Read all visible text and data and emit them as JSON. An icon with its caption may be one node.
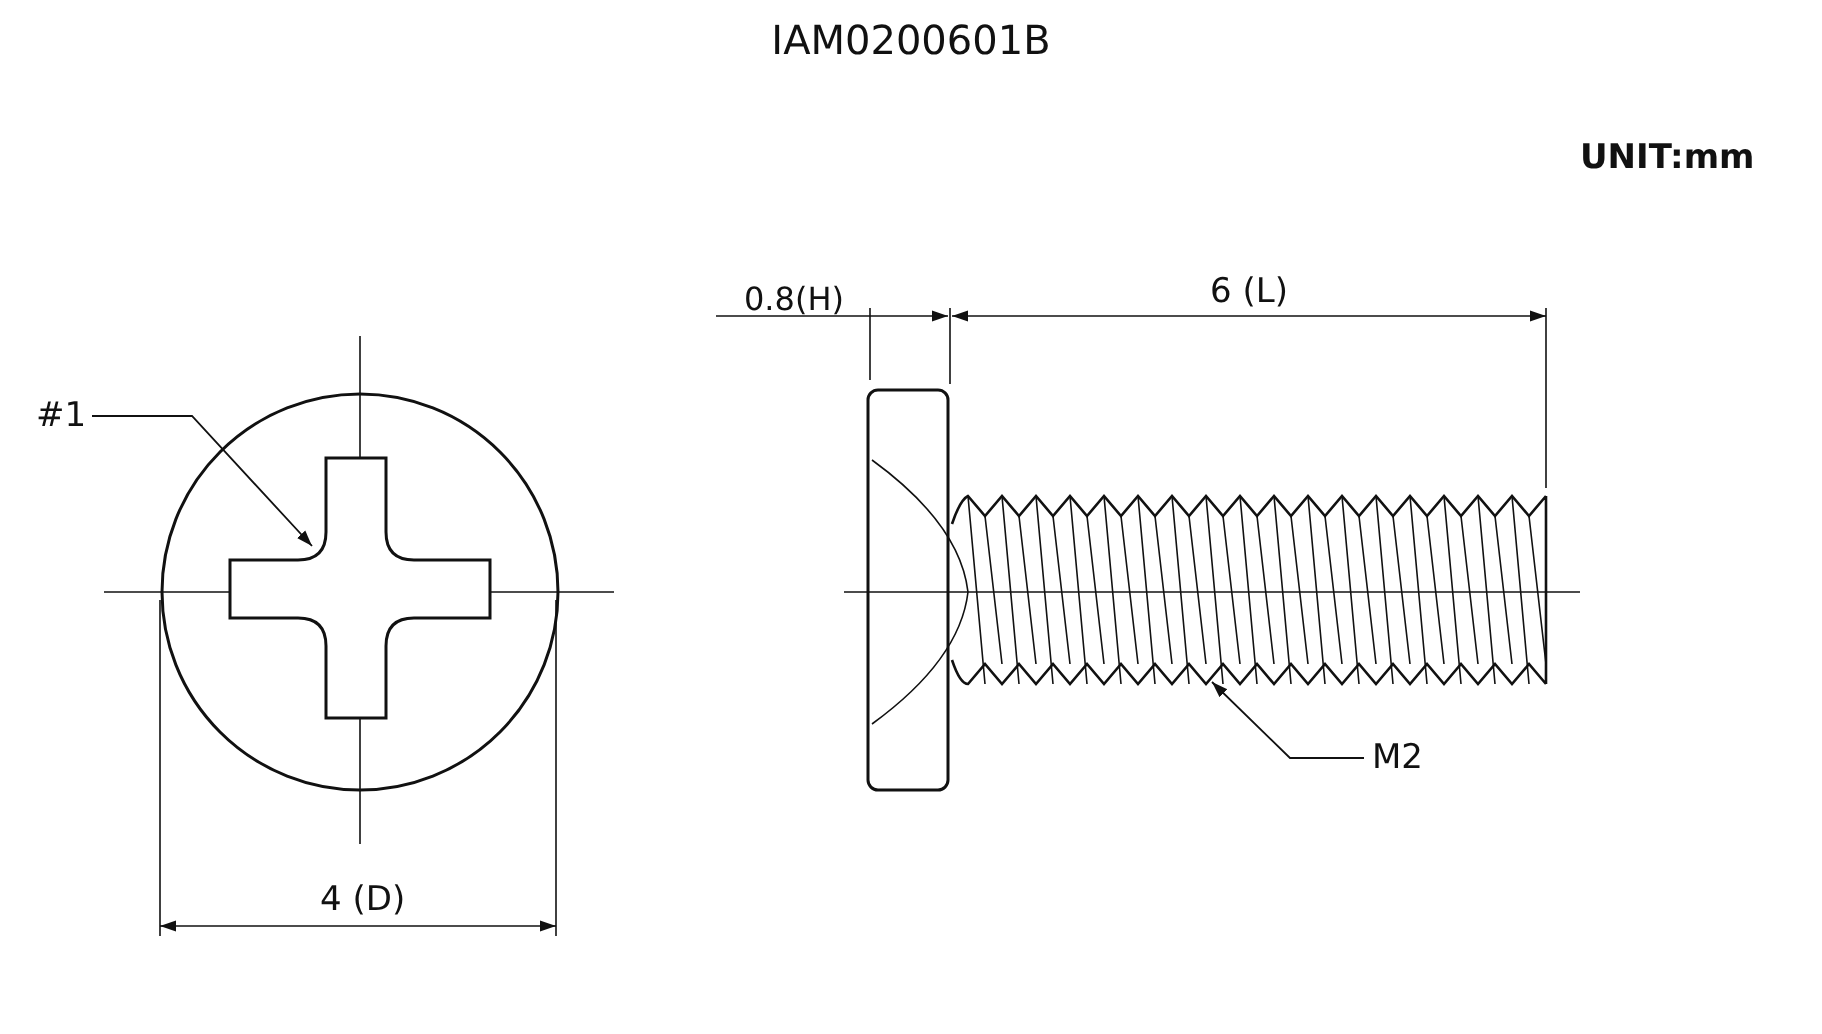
{
  "diagram": {
    "title": "IAM0200601B",
    "nodes": [
      {
        "text": [
          "#1"
        ]
      },
      {
        "text": [],
        "shape": "picture"
      },
      {
        "text": [
          "M2"
        ]
      },
      {
        "text": [],
        "shape": "picture"
      }
    ],
    "edges": [
      {
        "from": 0,
        "to": 1,
        "arrow": "to"
      },
      {
        "from": 2,
        "to": 3,
        "arrow": "to"
      }
    ],
    "labels": [
      "UNIT:mm",
      "0.8(H)",
      "6 (L)",
      "4 (D)"
    ]
  }
}
